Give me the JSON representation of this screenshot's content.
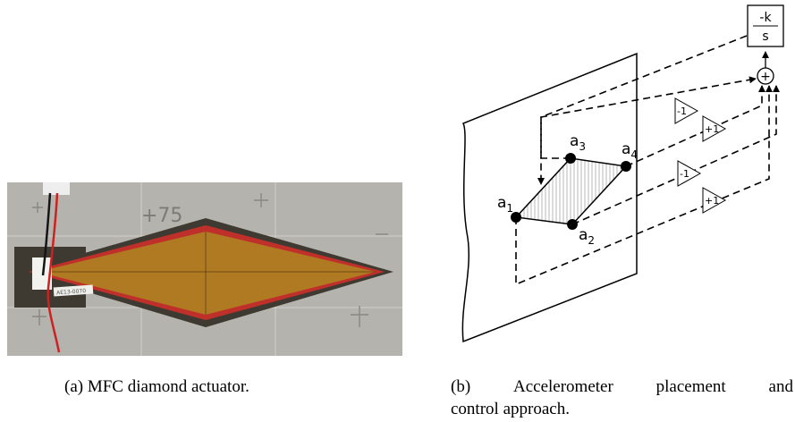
{
  "figure_a": {
    "caption_label": "(a)",
    "caption_text": "MFC diamond actuator.",
    "photo_mark": "+75",
    "sticker": "AE13-0070"
  },
  "figure_b": {
    "caption_label": "(b)",
    "caption_words_line1": [
      "Accelerometer",
      "placement",
      "and"
    ],
    "caption_line2": "control approach.",
    "controller_numerator": "-k",
    "controller_denominator": "s",
    "summing_symbol": "+",
    "accelerometers": [
      {
        "label": "a",
        "sub": "1"
      },
      {
        "label": "a",
        "sub": "2"
      },
      {
        "label": "a",
        "sub": "3"
      },
      {
        "label": "a",
        "sub": "4"
      }
    ],
    "gains": [
      "-1",
      "+1",
      "-1",
      "+1"
    ]
  },
  "colors": {
    "board": "#b5b3ae",
    "actuator_fill": "#b07a22",
    "actuator_border": "#3e3a32",
    "electrode_red": "#c0302a"
  }
}
